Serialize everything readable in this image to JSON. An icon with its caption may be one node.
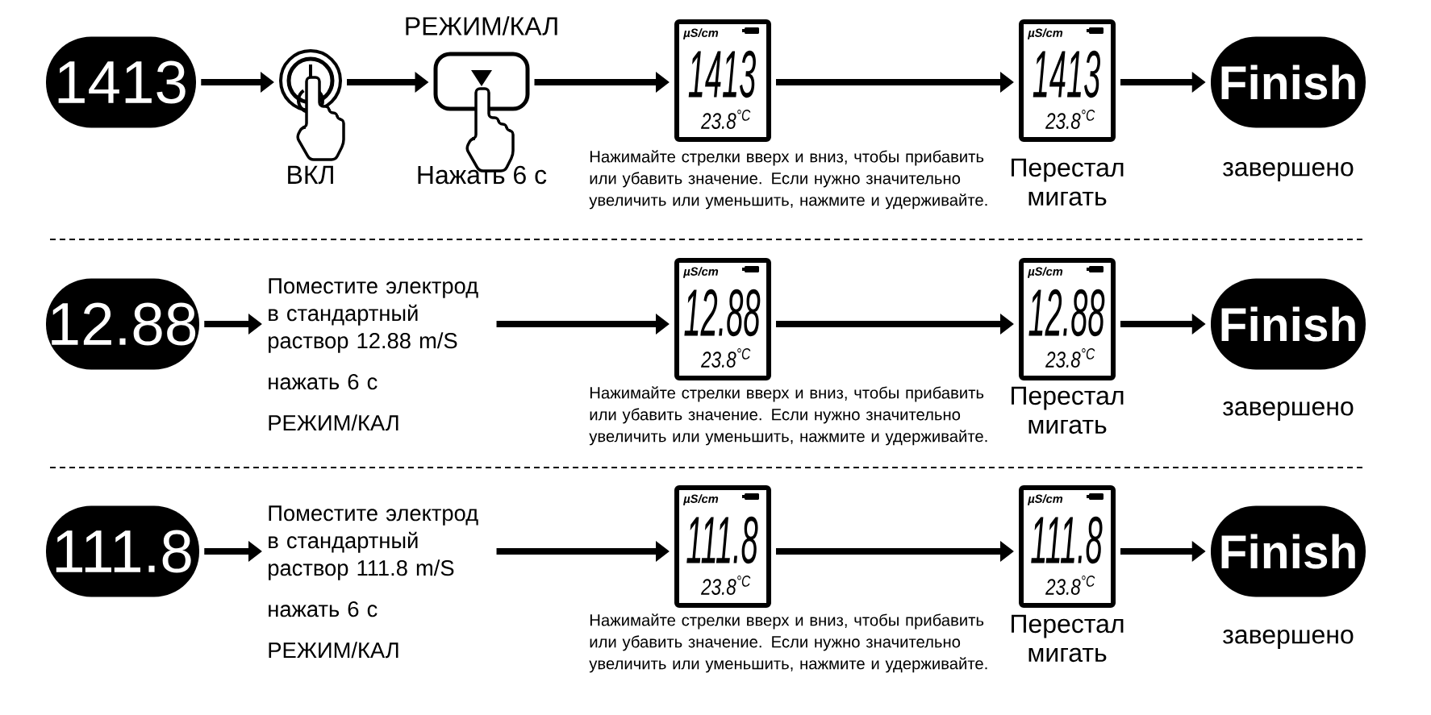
{
  "diagram": {
    "nodes": [
      {
        "text": [
          "1413"
        ]
      },
      {
        "text": [
          "ВКЛ"
        ]
      },
      {
        "text": [
          "РЕЖИМ/КАЛ",
          "Нажать 6 с"
        ]
      },
      {
        "text": [
          "µS/cm",
          "1413",
          "23.8$^{°C}$"
        ],
        "beside": [
          "Нажимайте стрелки вверх и вниз, чтобы прибавить или убавить значение. Если нужно значительно увеличить или уменьшить, нажмите и удерживайте."
        ]
      },
      {
        "text": [
          "µS/cm",
          "1413",
          "23.8$^{°C}$"
        ],
        "beside": [
          "Перестал мигать"
        ]
      },
      {
        "text": [
          "Finish"
        ],
        "beside": [
          "завершено"
        ]
      },
      {
        "text": [
          "12.88"
        ]
      },
      {
        "text": [
          "Поместите электрод в стандартный раствор 12.88 m/S",
          "нажать 6 с",
          "РЕЖИМ/КАЛ"
        ]
      },
      {
        "text": [
          "µS/cm",
          "12.88",
          "23.8$^{°C}$"
        ],
        "beside": [
          "Нажимайте стрелки вверх и вниз, чтобы прибавить или убавить значение. Если нужно значительно увеличить или уменьшить, нажмите и удерживайте."
        ]
      },
      {
        "text": [
          "µS/cm",
          "12.88",
          "23.8$^{°C}$"
        ],
        "beside": [
          "Перестал мигать"
        ]
      },
      {
        "text": [
          "Finish"
        ],
        "beside": [
          "завершено"
        ]
      },
      {
        "text": [
          "111.8"
        ]
      },
      {
        "text": [
          "Поместите электрод в стандартный раствор 111.8 m/S",
          "нажать 6 с",
          "РЕЖИМ/КАЛ"
        ]
      },
      {
        "text": [
          "µS/cm",
          "111.8",
          "23.8$^{°C}$"
        ],
        "beside": [
          "Нажимайте стрелки вверх и вниз, чтобы прибавить или убавить значение. Если нужно значительно увеличить или уменьшить, нажмите и удерживайте."
        ]
      },
      {
        "text": [
          "µS/cm",
          "111.8",
          "23.8$^{°C}$"
        ],
        "beside": [
          "Перестал мигать"
        ]
      },
      {
        "text": [
          "Finish"
        ],
        "beside": [
          "завершено"
        ]
      }
    ],
    "edges": [
      {
        "from": 0,
        "to": 1,
        "arrow": "to"
      },
      {
        "from": 1,
        "to": 2,
        "arrow": "to"
      },
      {
        "from": 2,
        "to": 3,
        "arrow": "to"
      },
      {
        "from": 3,
        "to": 4,
        "arrow": "to"
      },
      {
        "from": 4,
        "to": 5,
        "arrow": "to"
      },
      {
        "from": 6,
        "to": 7,
        "arrow": "to"
      },
      {
        "from": 7,
        "to": 8,
        "arrow": "to"
      },
      {
        "from": 8,
        "to": 9,
        "arrow": "to"
      },
      {
        "from": 9,
        "to": 10,
        "arrow": "to"
      },
      {
        "from": 11,
        "to": 12,
        "arrow": "to"
      },
      {
        "from": 12,
        "to": 13,
        "arrow": "to"
      },
      {
        "from": 13,
        "to": 14,
        "arrow": "to"
      },
      {
        "from": 14,
        "to": 15,
        "arrow": "to"
      }
    ]
  }
}
